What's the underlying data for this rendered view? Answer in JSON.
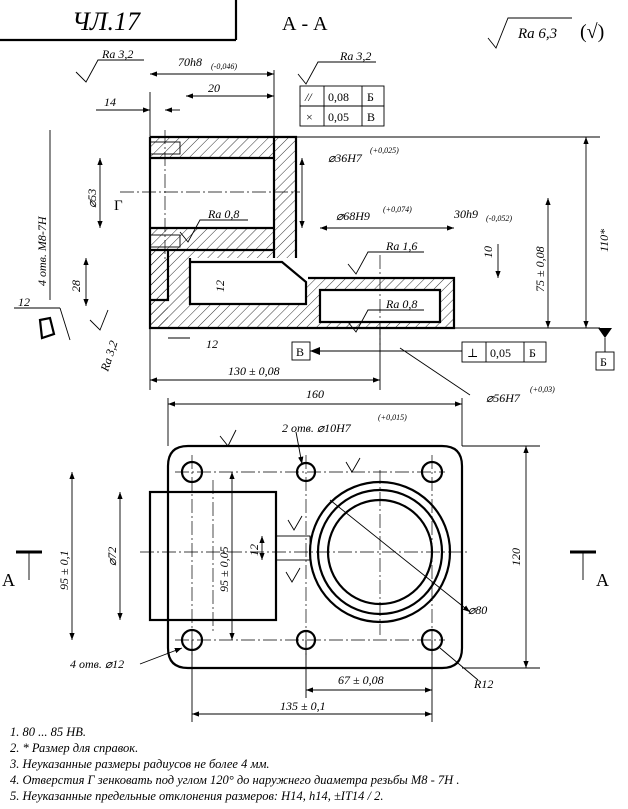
{
  "stamp": {
    "code": "ЧЛ.17"
  },
  "section": {
    "title": "А - А"
  },
  "roughness_general": {
    "value": "Ra 6,3",
    "note": "(√)"
  },
  "roughness": [
    {
      "id": "r1",
      "value": "Ra 3,2"
    },
    {
      "id": "r2",
      "value": "Ra 3,2"
    },
    {
      "id": "r3",
      "value": "Ra 0,8"
    },
    {
      "id": "r4",
      "value": "Ra 1,6"
    },
    {
      "id": "r5",
      "value": "Ra 0,8"
    },
    {
      "id": "r6",
      "value": "Ra 3,2"
    }
  ],
  "tolerance_frames": [
    {
      "id": "t1",
      "symbol": "//",
      "value": "0,08",
      "datum": "Б"
    },
    {
      "id": "t2",
      "symbol": "×",
      "value": "0,05",
      "datum": "В"
    },
    {
      "id": "t3",
      "symbol": "⊥",
      "value": "0,05",
      "datum": "Б"
    }
  ],
  "datums": {
    "b": "Б",
    "v": "В",
    "g": "Г",
    "section_a": "А"
  },
  "dimensions": {
    "d70": "70h8",
    "d70_tol": "(-0,046)",
    "d20": "20",
    "d14": "14",
    "d36": "⌀36H7",
    "d36_tol": "(+0,025)",
    "d53": "⌀53",
    "thread": "4 отв. M8-7H",
    "d68": "⌀68H9",
    "d68_tol": "(+0,074)",
    "d30": "30h9",
    "d30_tol": "(-0,052)",
    "d10": "10",
    "d75": "75 ± 0,08",
    "d110": "110*",
    "d28": "28",
    "d12a": "12",
    "d12b": "12",
    "d12c": "12",
    "d130": "130 ± 0,08",
    "d56": "⌀56H7",
    "d56_tol": "(+0,03)",
    "d160": "160",
    "holes2": "2 отв.  ⌀10H7",
    "holes2_tol": "(+0,015)",
    "d95a": "95 ± 0,1",
    "d72": "⌀72",
    "d95b": "95 ± 0,05",
    "d12d": "12",
    "d120": "120",
    "d80": "⌀80",
    "holes4": "4 отв.  ⌀12",
    "d67": "67 ± 0,08",
    "r12": "R12",
    "d135": "135 ± 0,1"
  },
  "notes": [
    "1.  80 ... 85 HB.",
    "2.  * Размер для справок.",
    "3.  Неуказанные размеры радиусов не более 4 мм.",
    "4.  Отверстия  Г  зенковать под углом 120° до наружнего диаметра резьбы  M8 - 7H .",
    "5.  Неуказанные предельные отклонения размеров:  H14,  h14,  ±IT14 / 2."
  ]
}
